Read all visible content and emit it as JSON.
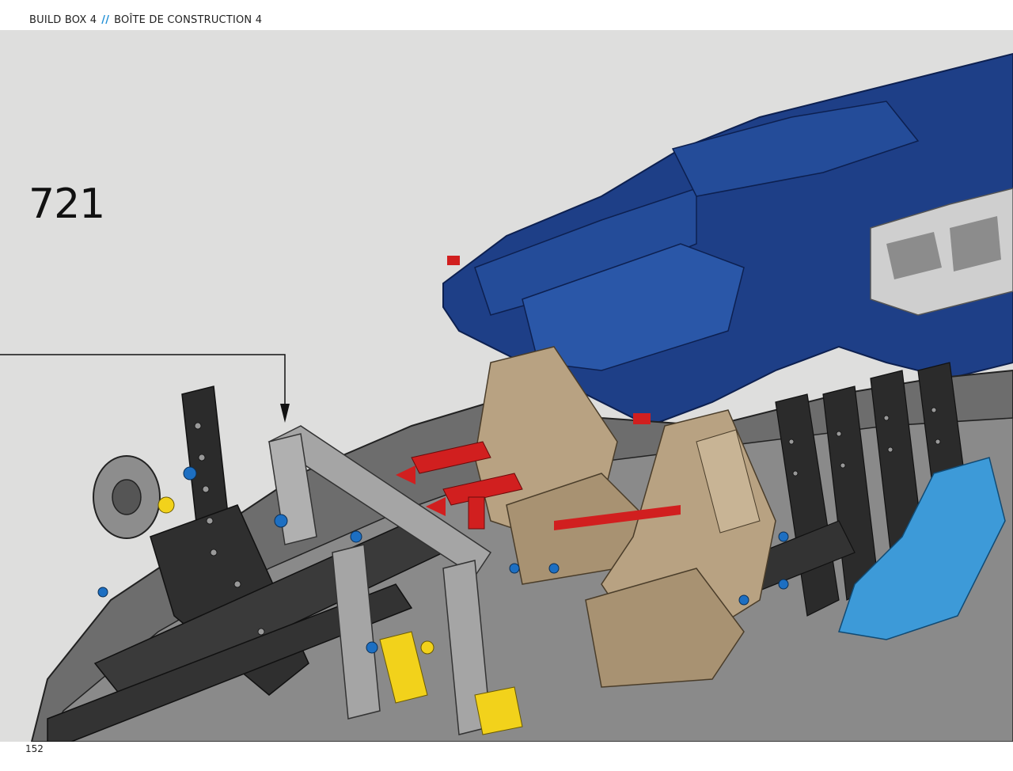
{
  "header": {
    "title_en": "BUILD BOX 4",
    "separator": "//",
    "title_fr": "BOÎTE DE CONSTRUCTION 4"
  },
  "step": {
    "number": "721"
  },
  "footer": {
    "page_number": "152"
  },
  "colors": {
    "background": "#dededd",
    "accent": "#1f8fd6",
    "body_blue": "#1e3f87",
    "seat_tan": "#b8a282",
    "beam_dark": "#2b2b2b",
    "beam_gray": "#9a9a9a",
    "part_red": "#d11f1f",
    "part_yellow": "#f2d21b",
    "part_light_blue": "#3d9ad8"
  }
}
